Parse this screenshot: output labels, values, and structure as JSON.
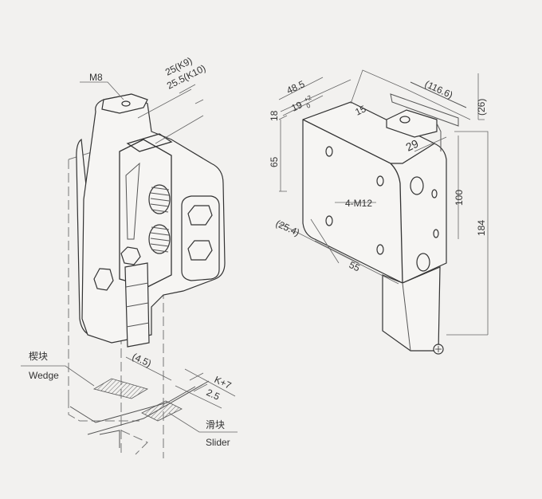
{
  "diagram": {
    "type": "technical-drawing",
    "background": "#f2f1ef",
    "line_color": "#333333",
    "left_view": {
      "labels": {
        "thread": "M8",
        "dim_k9": "25(K9)",
        "dim_k10": "25.5(K10)",
        "dim_gap": "(4.5)",
        "dim_k7": "K+7",
        "dim_25": "2.5",
        "wedge_cn": "楔块",
        "wedge_en": "Wedge",
        "slider_cn": "滑块",
        "slider_en": "Slider"
      }
    },
    "right_view": {
      "labels": {
        "dim_485": "48.5",
        "dim_19": "19",
        "tol_plus": "+2",
        "tol_zero": "0",
        "dim_15": "15",
        "dim_1166": "(116.6)",
        "dim_26": "(26)",
        "dim_18": "18",
        "dim_65": "65",
        "dim_29": "29",
        "dim_100": "100",
        "dim_184": "184",
        "holes": "4-M12",
        "dim_254": "(25.4)",
        "dim_55": "55"
      }
    }
  }
}
